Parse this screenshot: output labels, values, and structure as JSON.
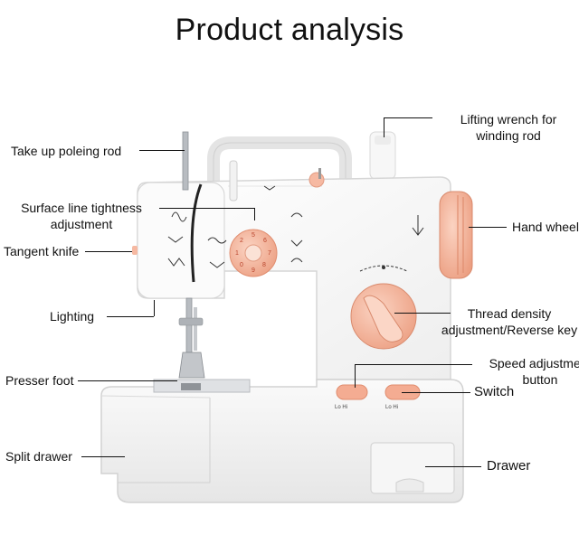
{
  "title": "Product analysis",
  "labels": {
    "take_up_rod": "Take up poleing rod",
    "lifting_wrench": [
      "Lifting wrench for",
      "winding rod"
    ],
    "surface_tightness": [
      "Surface line tightness",
      "adjustment"
    ],
    "hand_wheel": "Hand wheel",
    "tangent_knife": "Tangent knife",
    "lighting": "Lighting",
    "thread_density": [
      "Thread density",
      "adjustment/Reverse key"
    ],
    "speed_button": [
      "Speed adjustment",
      "button"
    ],
    "presser_foot": "Presser foot",
    "switch": "Switch",
    "split_drawer": "Split drawer",
    "drawer": "Drawer"
  },
  "colors": {
    "body": "#ffffff",
    "accent": "#f6b9a2",
    "accent_dark": "#e8967a",
    "dial_numbers": "#b9432b",
    "metal": "#b8bcc1",
    "line": "#111111"
  }
}
